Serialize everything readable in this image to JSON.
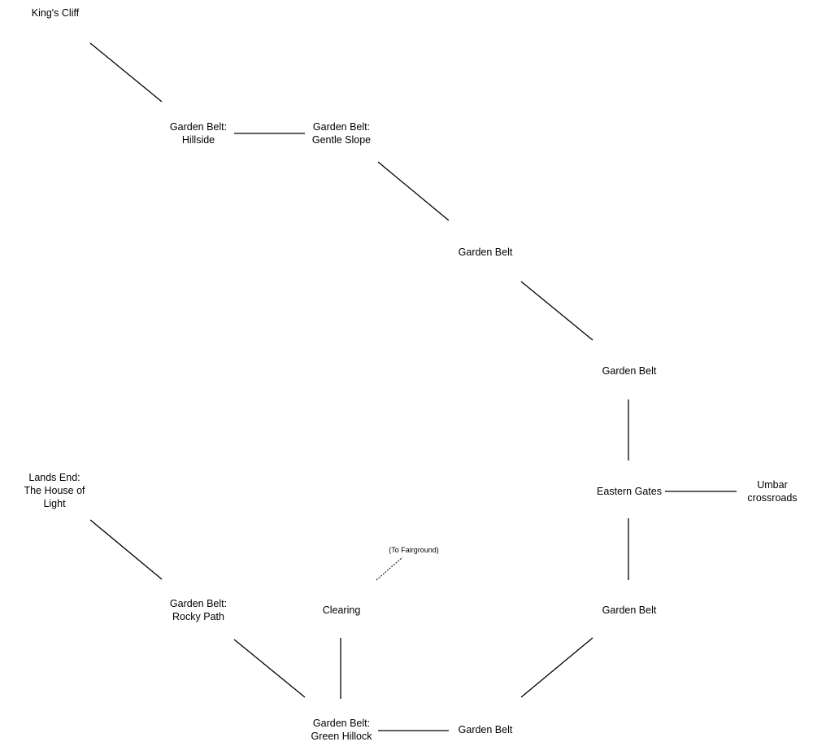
{
  "map": {
    "nodes": [
      {
        "id": "kings-cliff",
        "lines": [
          "King's Cliff"
        ]
      },
      {
        "id": "garden-belt-hillside",
        "lines": [
          "Garden Belt:",
          "Hillside"
        ]
      },
      {
        "id": "garden-belt-gentle-slope",
        "lines": [
          "Garden Belt:",
          "Gentle Slope"
        ]
      },
      {
        "id": "garden-belt-1",
        "lines": [
          "Garden Belt"
        ]
      },
      {
        "id": "garden-belt-2",
        "lines": [
          "Garden Belt"
        ]
      },
      {
        "id": "eastern-gates",
        "lines": [
          "Eastern Gates"
        ]
      },
      {
        "id": "umbar-crossroads",
        "lines": [
          "Umbar",
          "crossroads"
        ]
      },
      {
        "id": "lands-end",
        "lines": [
          "Lands End:",
          "The House of",
          "Light"
        ]
      },
      {
        "id": "garden-belt-rocky-path",
        "lines": [
          "Garden Belt:",
          "Rocky Path"
        ]
      },
      {
        "id": "clearing",
        "lines": [
          "Clearing"
        ]
      },
      {
        "id": "garden-belt-3",
        "lines": [
          "Garden Belt"
        ]
      },
      {
        "id": "garden-belt-green-hillock",
        "lines": [
          "Garden Belt:",
          "Green Hillock"
        ]
      },
      {
        "id": "garden-belt-4",
        "lines": [
          "Garden Belt"
        ]
      }
    ],
    "note": {
      "text": "(To Fairground)",
      "from": "clearing"
    },
    "connections": [
      [
        "kings-cliff",
        "garden-belt-hillside"
      ],
      [
        "garden-belt-hillside",
        "garden-belt-gentle-slope"
      ],
      [
        "garden-belt-gentle-slope",
        "garden-belt-1"
      ],
      [
        "garden-belt-1",
        "garden-belt-2"
      ],
      [
        "garden-belt-2",
        "eastern-gates"
      ],
      [
        "eastern-gates",
        "umbar-crossroads"
      ],
      [
        "eastern-gates",
        "garden-belt-3"
      ],
      [
        "garden-belt-3",
        "garden-belt-4"
      ],
      [
        "garden-belt-4",
        "garden-belt-green-hillock"
      ],
      [
        "garden-belt-green-hillock",
        "clearing"
      ],
      [
        "garden-belt-green-hillock",
        "garden-belt-rocky-path"
      ],
      [
        "garden-belt-rocky-path",
        "lands-end"
      ]
    ],
    "colors": {
      "line": "#000000",
      "text": "#000000",
      "background": "#ffffff"
    }
  }
}
